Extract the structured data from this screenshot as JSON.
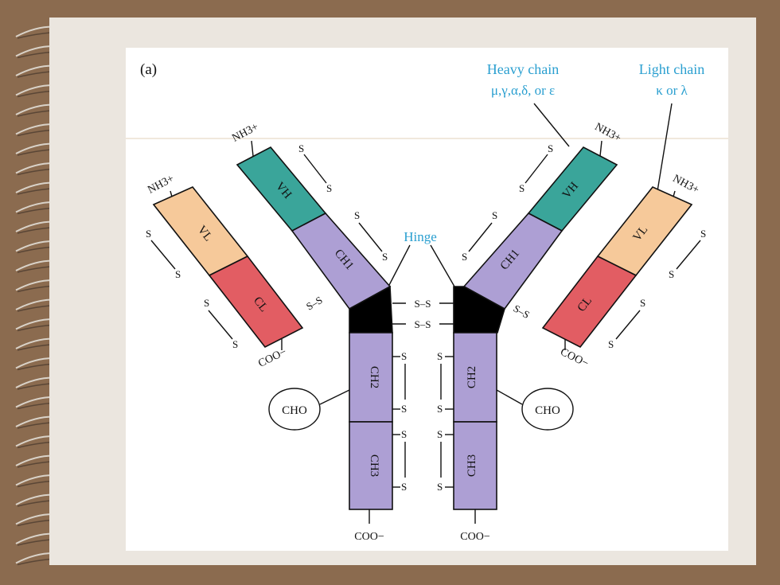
{
  "figure": {
    "panel_label": "(a)",
    "heavy_chain_label": "Heavy chain",
    "heavy_chain_types": "μ,γ,α,δ, or ε",
    "light_chain_label": "Light chain",
    "light_chain_types": "κ or λ",
    "hinge_label": "Hinge",
    "n_terminus": "NH3+",
    "c_terminus": "COO−",
    "carbohydrate": "CHO",
    "disulfide_bond": "S–S",
    "sulfur": "S",
    "domains": {
      "vh": "VH",
      "vl": "VL",
      "ch1": "CH1",
      "cl": "CL",
      "ch2": "CH2",
      "ch3": "CH3"
    }
  },
  "colors": {
    "vh": "#3aa59a",
    "vl": "#f6c99a",
    "ch": "#ad9fd4",
    "cl": "#e25d63",
    "hinge": "#000000",
    "label_blue": "#2a9fd0"
  }
}
